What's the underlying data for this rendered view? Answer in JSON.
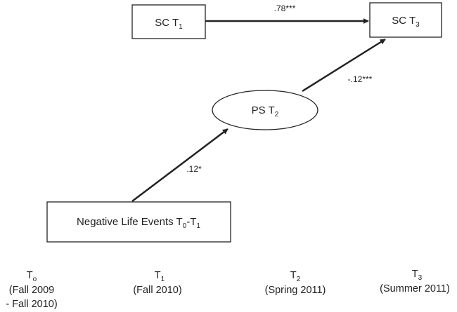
{
  "nodes": {
    "sc_t1": {
      "main": "SC T",
      "sub": "1"
    },
    "sc_t3": {
      "main": "SC T",
      "sub": "3"
    },
    "ps_t2": {
      "main": "PS T",
      "sub": "2"
    },
    "nle": {
      "main": "Negative Life Events T",
      "sub1": "0",
      "mid": "-T",
      "sub2": "1"
    }
  },
  "paths": {
    "sc_t1_to_sc_t3": ".78***",
    "ps_t2_to_sc_t3": "-.12***",
    "nle_to_ps_t2": ".12*"
  },
  "timeline": [
    {
      "label": "T",
      "sub": "o",
      "lines": [
        "(Fall 2009",
        "- Fall 2010)"
      ]
    },
    {
      "label": "T",
      "sub": "1",
      "lines": [
        "(Fall 2010)"
      ]
    },
    {
      "label": "T",
      "sub": "2",
      "lines": [
        "(Spring 2011)"
      ]
    },
    {
      "label": "T",
      "sub": "3",
      "lines": [
        "(Summer 2011)"
      ]
    }
  ],
  "colors": {
    "stroke": "#222222",
    "background": "#ffffff"
  }
}
